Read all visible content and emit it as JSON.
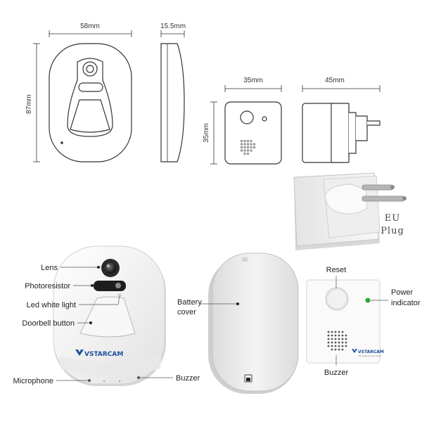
{
  "dimensions": {
    "doorbell_width": "58mm",
    "doorbell_depth": "15.5mm",
    "doorbell_height": "87mm",
    "chime_width": "35mm",
    "chime_height": "35mm",
    "chime_depth": "45mm"
  },
  "plug": {
    "line1": "EU",
    "line2": "Plug"
  },
  "doorbell_labels": {
    "lens": "Lens",
    "photoresistor": "Photoresistor",
    "led": "Led white light",
    "button": "Doorbell button",
    "microphone": "Microphone",
    "buzzer": "Buzzer"
  },
  "back_labels": {
    "battery_line1": "Battery",
    "battery_line2": "cover"
  },
  "chime_labels": {
    "reset": "Reset",
    "power_line1": "Power",
    "power_line2": "indicator",
    "buzzer": "Buzzer"
  },
  "brand": {
    "name": "VSTARCAM",
    "tagline": "The safety for your home"
  },
  "colors": {
    "brand": "#1b4f9c",
    "led_green": "#2ea82e"
  }
}
